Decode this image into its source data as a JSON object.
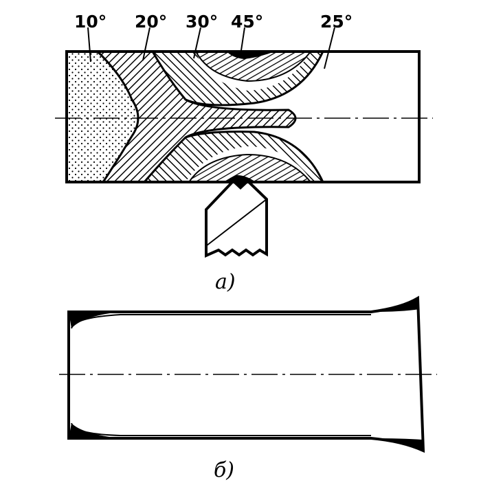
{
  "figure_a": {
    "caption": "а)",
    "angle_labels": [
      "10°",
      "20°",
      "30°",
      "45°",
      "25°"
    ]
  },
  "figure_b": {
    "caption": "б)"
  }
}
